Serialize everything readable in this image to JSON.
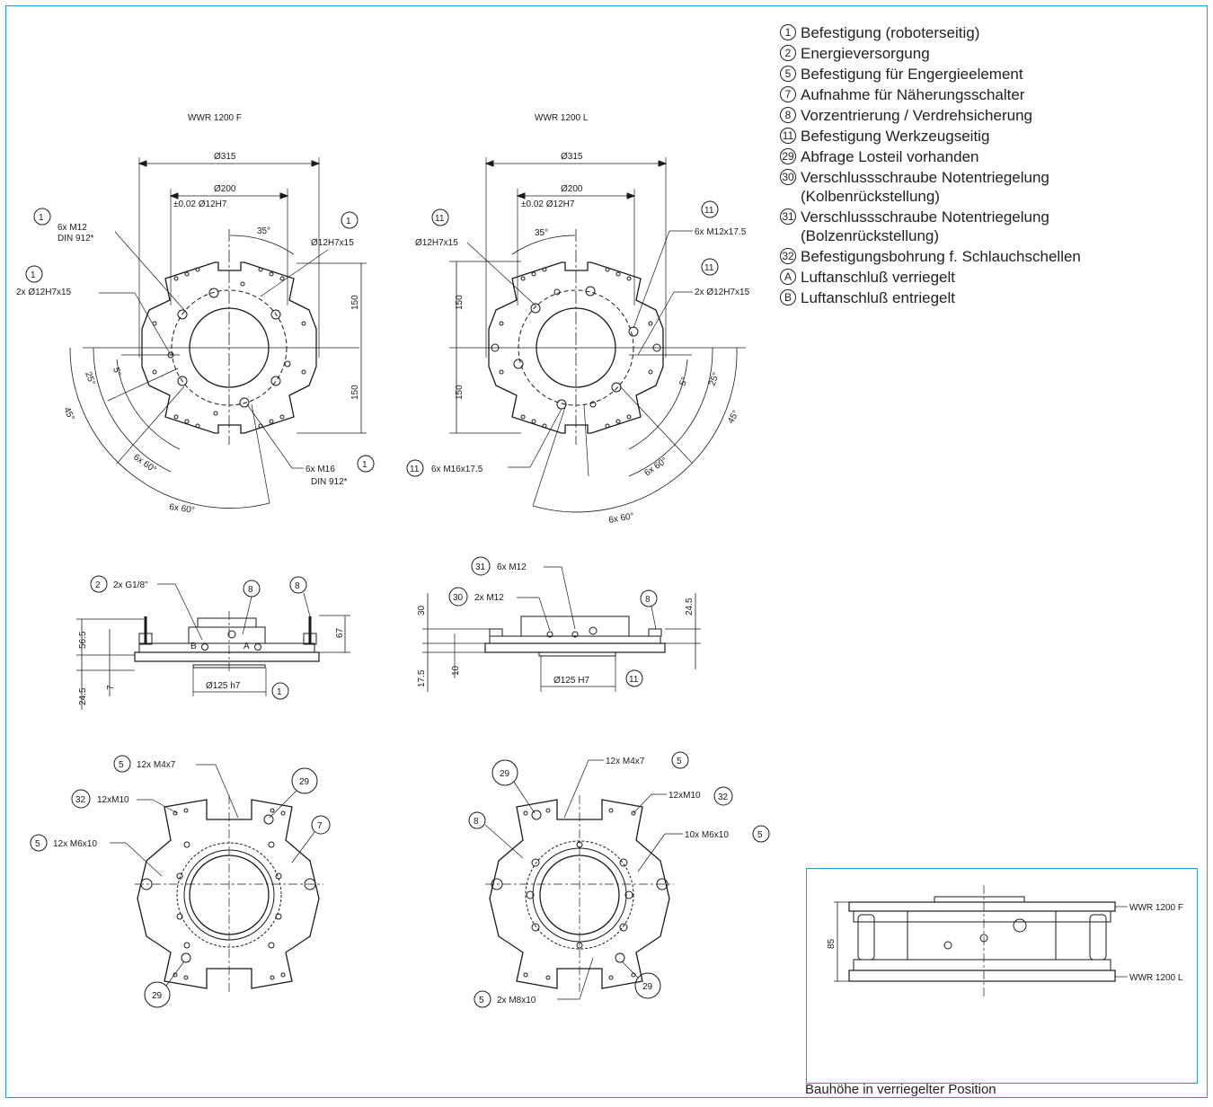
{
  "legend": [
    {
      "sym": "1",
      "text": "Befestigung (roboterseitig)"
    },
    {
      "sym": "2",
      "text": "Energieversorgung"
    },
    {
      "sym": "5",
      "text": "Befestigung für Engergieelement"
    },
    {
      "sym": "7",
      "text": "Aufnahme für Näherungsschalter"
    },
    {
      "sym": "8",
      "text": "Vorzentrierung / Verdrehsicherung"
    },
    {
      "sym": "11",
      "text": "Befestigung Werkzeugseitig"
    },
    {
      "sym": "29",
      "text": "Abfrage Losteil vorhanden"
    },
    {
      "sym": "30",
      "text": "Verschlussschraube Notentriegelung\n(Kolbenrückstellung)"
    },
    {
      "sym": "31",
      "text": "Verschlussschraube Notentriegelung\n(Bolzenrückstellung)"
    },
    {
      "sym": "32",
      "text": "Befestigungsbohrung f. Schlauchschellen"
    },
    {
      "sym": "A",
      "text": "Luftanschluß verriegelt"
    },
    {
      "sym": "B",
      "text": "Luftanschluß entriegelt"
    }
  ],
  "views": {
    "f_title": "WWR 1200 F",
    "l_title": "WWR 1200 L"
  },
  "dims": {
    "d315": "Ø315",
    "d200": "Ø200",
    "d200tol": "±0.02 Ø12H7",
    "a35": "35°",
    "v150": "150",
    "a25": "25°",
    "a5": "5°",
    "a45": "45°",
    "a6x60": "6x 60°",
    "f_m12": "6x M12",
    "f_din912": "DIN 912*",
    "f_2x12h7": "2x Ø12H7x15",
    "f_12h7": "Ø12H7x15",
    "f_m16": "6x M16",
    "l_12h7": "Ø12H7x15",
    "l_m12": "6x M12x17.5",
    "l_2x12h7": "2x Ø12H7x15",
    "l_m16": "6x M16x17.5",
    "s_g18": "2x G1/8\"",
    "s_565": "56.5",
    "s_245": "24.5",
    "s_7": "7",
    "s_67": "67",
    "s_125h7": "Ø125 h7",
    "s_30": "30",
    "s_10": "10",
    "s_175": "17.5",
    "s_6xm12": "6x M12",
    "s_2xm12": "2x M12",
    "s_125H7": "Ø125 H7",
    "b_12m4": "12x M4x7",
    "b_12m10": "12xM10",
    "b_12m6": "12x M6x10",
    "b_12m4b": "12x M4x7",
    "b_12m10b": "12xM10",
    "b_10m6": "10x M6x10",
    "b_2m8": "2x M8x10",
    "label_A": "A",
    "label_B": "B"
  },
  "callouts": {
    "c1": "1",
    "c2": "2",
    "c5": "5",
    "c7": "7",
    "c8": "8",
    "c11": "11",
    "c29": "29",
    "c30": "30",
    "c31": "31",
    "c32": "32"
  },
  "inset": {
    "h85": "85",
    "f": "WWR 1200 F",
    "l": "WWR 1200 L",
    "caption": "Bauhöhe in verriegelter Position"
  },
  "colors": {
    "frame": "#2a9ad0",
    "line": "#1a1a1a"
  }
}
